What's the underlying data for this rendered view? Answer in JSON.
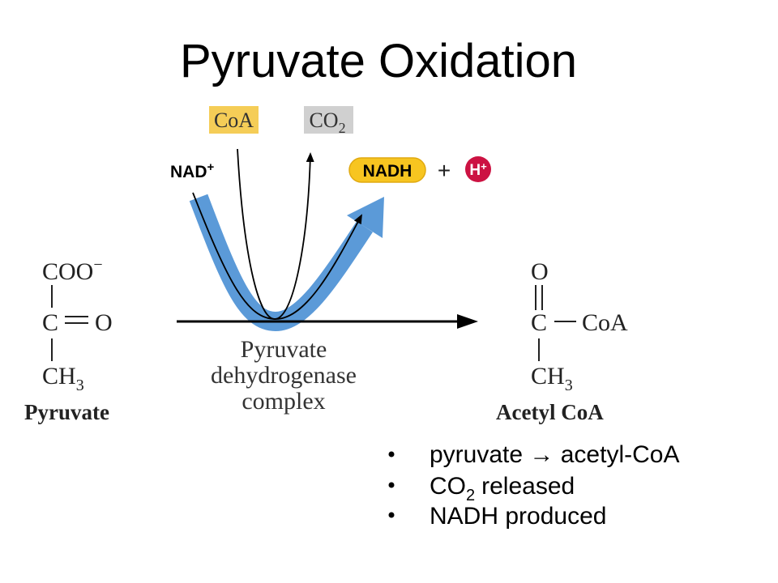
{
  "slide": {
    "title": "Pyruvate Oxidation"
  },
  "diagram": {
    "coa_input": "CoA",
    "co2_output": {
      "main": "CO",
      "sub": "2"
    },
    "nad_input": {
      "main": "NAD",
      "sup": "+"
    },
    "nadh_output": "NADH",
    "plus_sign": "+",
    "proton_output": {
      "main": "H",
      "sup": "+"
    },
    "enzyme_label": [
      "Pyruvate",
      "dehydrogenase",
      "complex"
    ],
    "substrate": {
      "carboxylate": {
        "main": "COO",
        "sup": "−"
      },
      "carbonyl_carbon": "C",
      "carbonyl_oxygen": "O",
      "methyl": {
        "main": "CH",
        "sub": "3"
      },
      "name": "Pyruvate"
    },
    "product": {
      "carbonyl_oxygen": "O",
      "carbonyl_carbon": "C",
      "coa_group": "CoA",
      "methyl": {
        "main": "CH",
        "sub": "3"
      },
      "name": "Acetyl CoA"
    },
    "colors": {
      "coa_box": "#f5cd57",
      "co2_box": "#d0d0d0",
      "nadh_pill": "#f7c520",
      "proton_circle": "#cc1242",
      "flow_arrow": "#5b9ad8"
    }
  },
  "bullets": [
    {
      "text": "pyruvate → acetyl-CoA"
    },
    {
      "main": "CO",
      "sub": "2",
      "rest": "released"
    },
    {
      "text": "NADH produced"
    }
  ]
}
